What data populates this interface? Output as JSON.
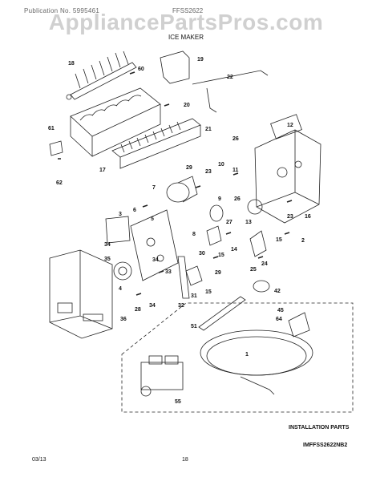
{
  "watermark": "AppliancePartsPros.com",
  "header": {
    "left_text": "Publication No. 5995461",
    "right_text": "FFSS2622",
    "section_title": "ICE MAKER"
  },
  "callouts": {
    "c1": "1",
    "c2": "2",
    "c3": "3",
    "c4": "4",
    "c5": "5",
    "c6": "6",
    "c7": "7",
    "c8": "8",
    "c9": "9",
    "c10": "10",
    "c11": "11",
    "c12": "12",
    "c13": "13",
    "c14": "14",
    "c15a": "15",
    "c15b": "15",
    "c15c": "15",
    "c16": "16",
    "c17": "17",
    "c18": "18",
    "c19": "19",
    "c20": "20",
    "c21": "21",
    "c22": "22",
    "c23a": "23",
    "c23b": "23",
    "c24": "24",
    "c25": "25",
    "c26a": "26",
    "c26b": "26",
    "c27": "27",
    "c28": "28",
    "c29a": "29",
    "c29b": "29",
    "c30": "30",
    "c31": "31",
    "c32": "32",
    "c33": "33",
    "c34a": "34",
    "c34b": "34",
    "c34c": "34",
    "c35": "35",
    "c36": "36",
    "c42": "42",
    "c45": "45",
    "c51": "51",
    "c55": "55",
    "c60": "60",
    "c61": "61",
    "c62": "62",
    "c64": "64"
  },
  "installation_label": "INSTALLATION PARTS",
  "diagram_code": "IMFFSS2622NB2",
  "footer": {
    "date": "03/13",
    "page_number": "18"
  }
}
